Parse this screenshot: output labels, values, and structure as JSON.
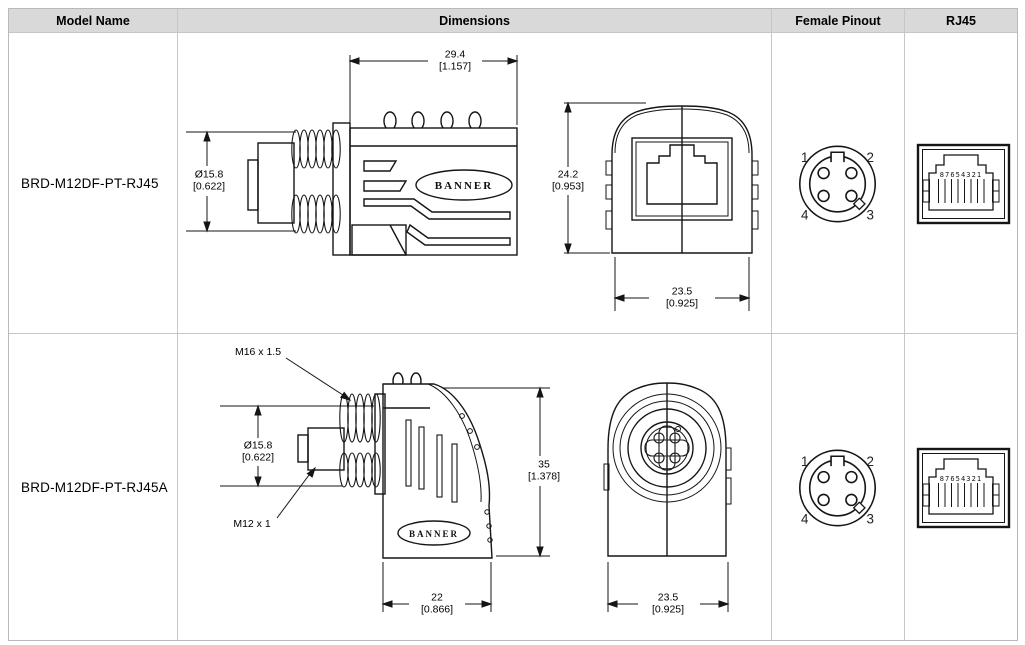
{
  "header": {
    "columns": [
      "Model Name",
      "Dimensions",
      "Female Pinout",
      "RJ45"
    ]
  },
  "rows": [
    {
      "model": "BRD-M12DF-PT-RJ45",
      "logo": "BANNER",
      "dims": {
        "width_top": {
          "mm": "29.4",
          "in": "[1.157]"
        },
        "diameter": {
          "mm": "Ø15.8",
          "in": "[0.622]"
        },
        "height_right": {
          "mm": "24.2",
          "in": "[0.953]"
        },
        "width_bottom": {
          "mm": "23.5",
          "in": "[0.925]"
        }
      },
      "pinout": {
        "top_left": "1",
        "top_right": "2",
        "bottom_right": "3",
        "bottom_left": "4"
      },
      "rj45_pins": "87654321"
    },
    {
      "model": "BRD-M12DF-PT-RJ45A",
      "logo": "BANNER",
      "dims": {
        "thread_top": "M16 x 1.5",
        "diameter": {
          "mm": "Ø15.8",
          "in": "[0.622]"
        },
        "thread_bottom": "M12 x 1",
        "height_right": {
          "mm": "35",
          "in": "[1.378]"
        },
        "width_bottom_side": {
          "mm": "22",
          "in": "[0.866]"
        },
        "width_bottom_front": {
          "mm": "23.5",
          "in": "[0.925]"
        }
      },
      "pinout": {
        "top_left": "1",
        "top_right": "2",
        "bottom_right": "3",
        "bottom_left": "4"
      },
      "rj45_pins": "87654321"
    }
  ]
}
